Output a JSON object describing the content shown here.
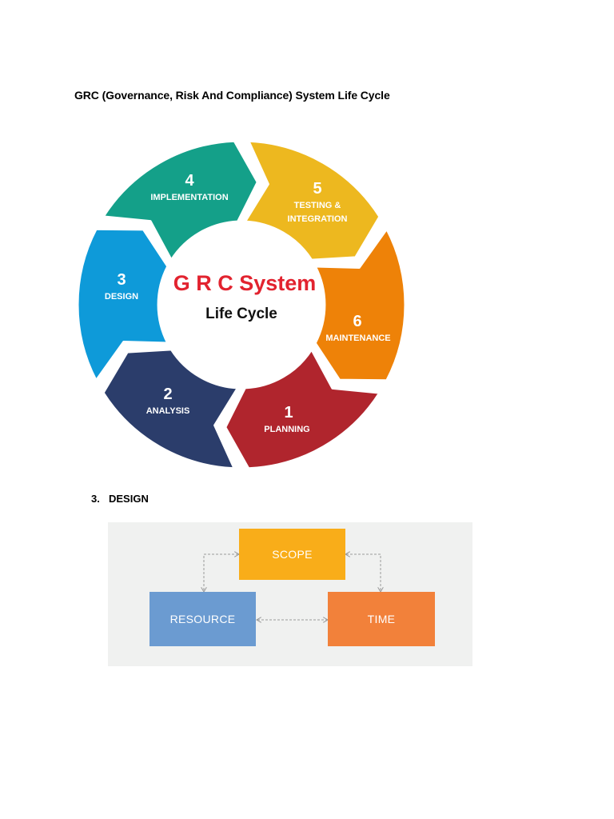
{
  "document": {
    "title": "GRC (Governance, Risk And Compliance) System Life Cycle"
  },
  "cycle": {
    "center_title": "G R C System",
    "center_subtitle": "Life Cycle",
    "stages": [
      {
        "number": "1",
        "lines": [
          "PLANNING"
        ],
        "color": "#b0252d"
      },
      {
        "number": "2",
        "lines": [
          "ANALYSIS"
        ],
        "color": "#2b3d6b"
      },
      {
        "number": "3",
        "lines": [
          "DESIGN"
        ],
        "color": "#0e9ad9"
      },
      {
        "number": "4",
        "lines": [
          "IMPLEMENTATION"
        ],
        "color": "#14a089"
      },
      {
        "number": "5",
        "lines": [
          "TESTING &",
          "INTEGRATION"
        ],
        "color": "#edb81f"
      },
      {
        "number": "6",
        "lines": [
          "MAINTENANCE"
        ],
        "color": "#ee8208"
      }
    ]
  },
  "section": {
    "number": "3.",
    "heading": "DESIGN"
  },
  "design_diagram": {
    "scope_label": "SCOPE",
    "resource_label": "RESOURCE",
    "time_label": "TIME",
    "scope_color": "#f9ad19",
    "resource_color": "#6b9bd1",
    "time_color": "#f2813a"
  }
}
